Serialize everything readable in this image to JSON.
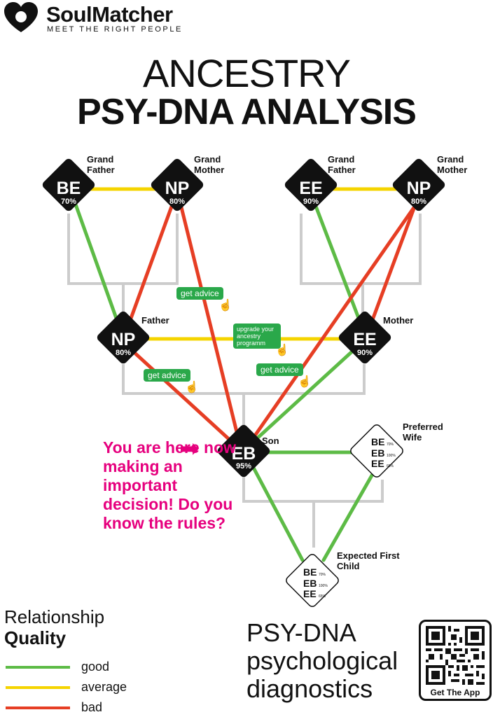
{
  "brand": {
    "name": "SoulMatcher",
    "tagline": "MEET THE RIGHT PEOPLE",
    "icon": "heart-logo"
  },
  "title": {
    "line1": "ANCESTRY",
    "line2": "PSY-DNA ANALYSIS"
  },
  "colors": {
    "good": "#5dbb46",
    "average": "#f5d400",
    "bad": "#e63e24",
    "accent": "#e6007e",
    "button": "#2aa84a",
    "tree": "#cccccc"
  },
  "nodes": {
    "pgf": {
      "code": "BE",
      "pct": "70%",
      "role": "Grand\nFather"
    },
    "pgm": {
      "code": "NP",
      "pct": "80%",
      "role": "Grand\nMother"
    },
    "mgf": {
      "code": "EE",
      "pct": "90%",
      "role": "Grand\nFather"
    },
    "mgm": {
      "code": "NP",
      "pct": "80%",
      "role": "Grand\nMother"
    },
    "father": {
      "code": "NP",
      "pct": "80%",
      "role": "Father"
    },
    "mother": {
      "code": "EE",
      "pct": "90%",
      "role": "Mother"
    },
    "son": {
      "code": "EB",
      "pct": "95%",
      "role": "Son"
    },
    "wife": {
      "role": "Preferred\nWife",
      "items": [
        {
          "code": "BE",
          "pct": "70%"
        },
        {
          "code": "EB",
          "pct": "100%"
        },
        {
          "code": "EE",
          "pct": "65%"
        }
      ]
    },
    "child": {
      "role": "Expected First\nChild",
      "items": [
        {
          "code": "BE",
          "pct": "70%"
        },
        {
          "code": "EB",
          "pct": "100%"
        },
        {
          "code": "EE",
          "pct": "65%"
        }
      ]
    }
  },
  "buttons": {
    "advice1": "get advice",
    "advice2": "get advice",
    "advice3": "get advice",
    "upgrade": "upgrade your\nancestry\nprogramm"
  },
  "callout": {
    "arrow": "➡",
    "text": "You are here now making an important decision! Do you know the rules?"
  },
  "legend": {
    "title1": "Relationship",
    "title2": "Quality",
    "good": "good",
    "average": "average",
    "bad": "bad"
  },
  "footer": {
    "title": "PSY-DNA\npsychological\ndiagnostics",
    "qr_label": "Get The App"
  }
}
